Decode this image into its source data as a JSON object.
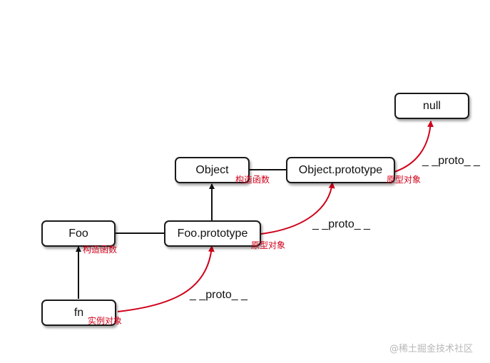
{
  "nodes": {
    "null": "null",
    "object": "Object",
    "object_prototype": "Object.prototype",
    "foo": "Foo",
    "foo_prototype": "Foo.prototype",
    "fn": "fn"
  },
  "annotations": {
    "object_constructor": "构造函数",
    "object_prototype_obj": "原型对象",
    "foo_constructor": "构造函数",
    "foo_prototype_obj": "原型对象",
    "fn_instance": "实例对象"
  },
  "proto_labels": {
    "object_prototype_to_null": "_ _proto_ _",
    "foo_prototype_to_object_prototype": "_ _proto_ _",
    "fn_to_foo_prototype": "_ _proto_ _"
  },
  "watermark": "@稀土掘金技术社区",
  "colors": {
    "proto_arrow": "#d0021b",
    "line": "#111111"
  }
}
